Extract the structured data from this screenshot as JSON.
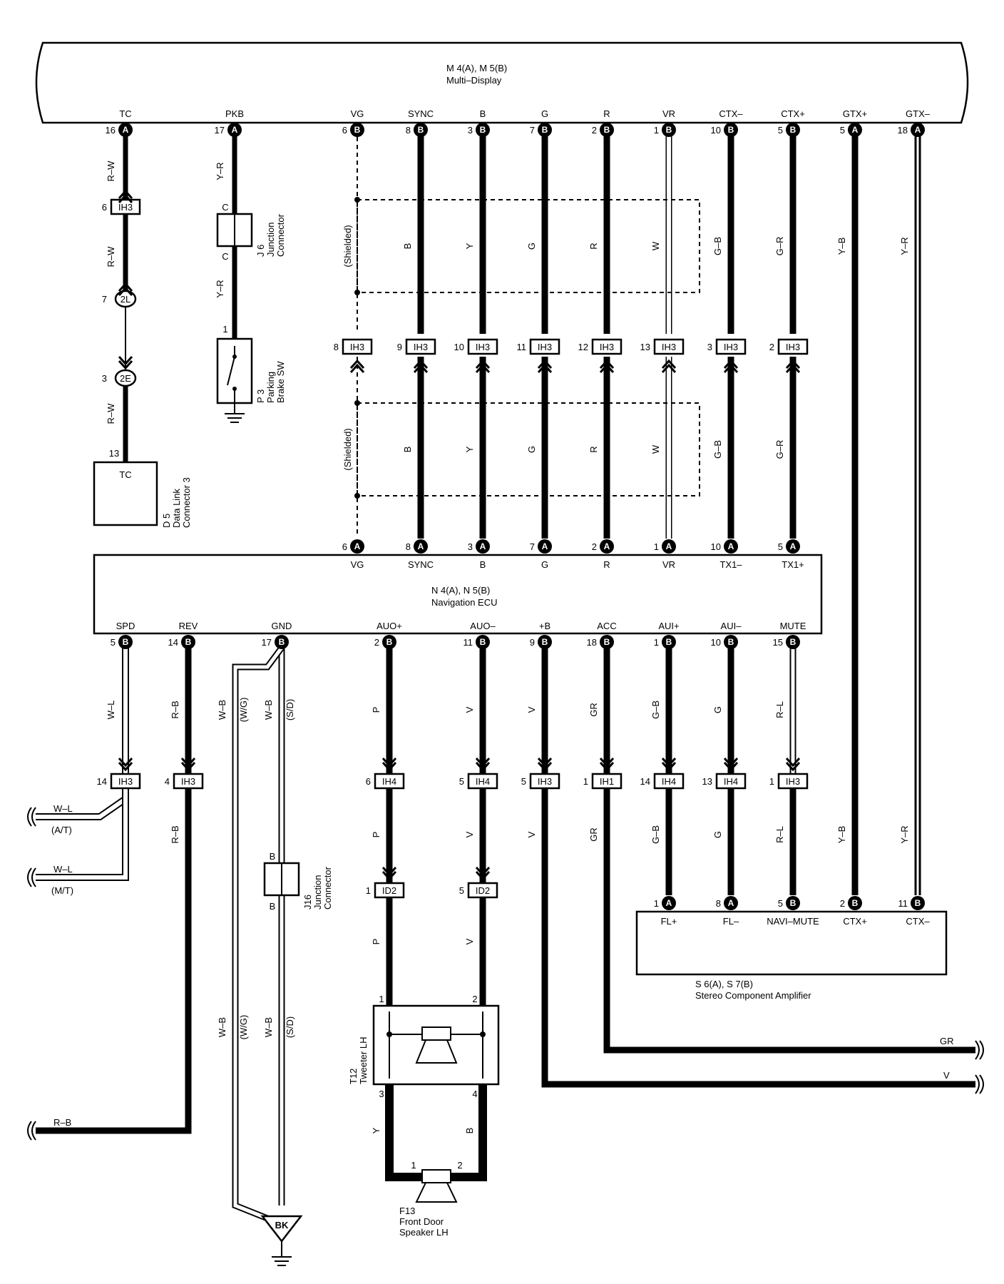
{
  "multi_display": {
    "id": "M 4(A), M 5(B)",
    "name": "Multi–Display"
  },
  "nav_ecu": {
    "id": "N 4(A), N 5(B)",
    "name": "Navigation ECU"
  },
  "amp": {
    "id": "S 6(A), S 7(B)",
    "name": "Stereo Component Amplifier"
  },
  "dlc": {
    "id": "D 5",
    "name1": "Data Link",
    "name2": "Connector 3",
    "terminal": "TC",
    "pin": "13"
  },
  "j6": {
    "id": "J 6",
    "name1": "Junction",
    "name2": "Connector",
    "pin_top": "C",
    "pin_bottom": "C"
  },
  "j16": {
    "id": "J16",
    "name1": "Junction",
    "name2": "Connector",
    "pin_top": "B",
    "pin_bottom": "B"
  },
  "p3": {
    "id": "P 3",
    "name1": "Parking",
    "name2": "Brake SW",
    "pin": "1"
  },
  "t12": {
    "id": "T12",
    "name": "Tweeter LH",
    "pins": [
      "1",
      "2",
      "3",
      "4"
    ]
  },
  "f13": {
    "id": "F13",
    "name1": "Front Door",
    "name2": "Speaker LH",
    "pins": [
      "1",
      "2"
    ]
  },
  "ground_bk": "BK",
  "shielded": "(Shielded)",
  "top_pins": [
    {
      "label": "TC",
      "num": "16",
      "letter": "A"
    },
    {
      "label": "PKB",
      "num": "17",
      "letter": "A"
    },
    {
      "label": "VG",
      "num": "6",
      "letter": "B"
    },
    {
      "label": "SYNC",
      "num": "8",
      "letter": "B"
    },
    {
      "label": "B",
      "num": "3",
      "letter": "B"
    },
    {
      "label": "G",
      "num": "7",
      "letter": "B"
    },
    {
      "label": "R",
      "num": "2",
      "letter": "B"
    },
    {
      "label": "VR",
      "num": "1",
      "letter": "B"
    },
    {
      "label": "CTX–",
      "num": "10",
      "letter": "B"
    },
    {
      "label": "CTX+",
      "num": "5",
      "letter": "B"
    },
    {
      "label": "GTX+",
      "num": "5",
      "letter": "A"
    },
    {
      "label": "GTX–",
      "num": "18",
      "letter": "A"
    }
  ],
  "ecu_top_pins": [
    {
      "label": "VG",
      "num": "6",
      "letter": "A"
    },
    {
      "label": "SYNC",
      "num": "8",
      "letter": "A"
    },
    {
      "label": "B",
      "num": "3",
      "letter": "A"
    },
    {
      "label": "G",
      "num": "7",
      "letter": "A"
    },
    {
      "label": "R",
      "num": "2",
      "letter": "A"
    },
    {
      "label": "VR",
      "num": "1",
      "letter": "A"
    },
    {
      "label": "TX1–",
      "num": "10",
      "letter": "A"
    },
    {
      "label": "TX1+",
      "num": "5",
      "letter": "A"
    }
  ],
  "ecu_bottom_pins": [
    {
      "label": "SPD",
      "num": "5",
      "letter": "B"
    },
    {
      "label": "REV",
      "num": "14",
      "letter": "B"
    },
    {
      "label": "GND",
      "num": "17",
      "letter": "B"
    },
    {
      "label": "AUO+",
      "num": "2",
      "letter": "B"
    },
    {
      "label": "AUO–",
      "num": "11",
      "letter": "B"
    },
    {
      "label": "+B",
      "num": "9",
      "letter": "B"
    },
    {
      "label": "ACC",
      "num": "18",
      "letter": "B"
    },
    {
      "label": "AUI+",
      "num": "1",
      "letter": "B"
    },
    {
      "label": "AUI–",
      "num": "10",
      "letter": "B"
    },
    {
      "label": "MUTE",
      "num": "15",
      "letter": "B"
    }
  ],
  "amp_pins": [
    {
      "label": "FL+",
      "num": "1",
      "letter": "A"
    },
    {
      "label": "FL–",
      "num": "8",
      "letter": "A"
    },
    {
      "label": "NAVI–MUTE",
      "num": "5",
      "letter": "B"
    },
    {
      "label": "CTX+",
      "num": "2",
      "letter": "B"
    },
    {
      "label": "CTX–",
      "num": "11",
      "letter": "B"
    }
  ],
  "top_connectors": [
    {
      "num": "6",
      "name": "IH3"
    },
    {
      "num": "7",
      "name": "2L"
    },
    {
      "num": "3",
      "name": "2E"
    }
  ],
  "mid_connectors": [
    {
      "num": "8",
      "name": "IH3"
    },
    {
      "num": "9",
      "name": "IH3"
    },
    {
      "num": "10",
      "name": "IH3"
    },
    {
      "num": "11",
      "name": "IH3"
    },
    {
      "num": "12",
      "name": "IH3"
    },
    {
      "num": "13",
      "name": "IH3"
    },
    {
      "num": "3",
      "name": "IH3"
    },
    {
      "num": "2",
      "name": "IH3"
    }
  ],
  "low_connectors": [
    {
      "num": "14",
      "name": "IH3"
    },
    {
      "num": "4",
      "name": "IH3"
    },
    {
      "num": "6",
      "name": "IH4"
    },
    {
      "num": "5",
      "name": "IH4"
    },
    {
      "num": "5",
      "name": "IH3"
    },
    {
      "num": "1",
      "name": "IH1"
    },
    {
      "num": "14",
      "name": "IH4"
    },
    {
      "num": "13",
      "name": "IH4"
    },
    {
      "num": "1",
      "name": "IH3"
    }
  ],
  "id2_connectors": [
    {
      "num": "1",
      "name": "ID2"
    },
    {
      "num": "5",
      "name": "ID2"
    }
  ],
  "wire_colors": {
    "tc": "R–W",
    "pkb": "Y–R",
    "sync": "B",
    "b": "Y",
    "g": "G",
    "r": "R",
    "vr": "W",
    "ctxm": "G–B",
    "ctxp": "G–R",
    "gtxp": "Y–B",
    "gtxm": "Y–R",
    "spd": "W–L",
    "rev": "R–B",
    "gnd": "W–B",
    "wg": "(W/G)",
    "sd": "(S/D)",
    "auop": "P",
    "auom": "V",
    "pb": "V",
    "acc": "GR",
    "auip": "G–B",
    "auim": "G",
    "mute": "R–L",
    "tw3": "Y",
    "tw4": "B"
  },
  "left_outputs": [
    {
      "wire": "W–L",
      "note": "(A/T)"
    },
    {
      "wire": "W–L",
      "note": "(M/T)"
    },
    {
      "wire": "R–B",
      "note": ""
    }
  ],
  "right_outputs": [
    {
      "wire": "GR"
    },
    {
      "wire": "V"
    }
  ]
}
